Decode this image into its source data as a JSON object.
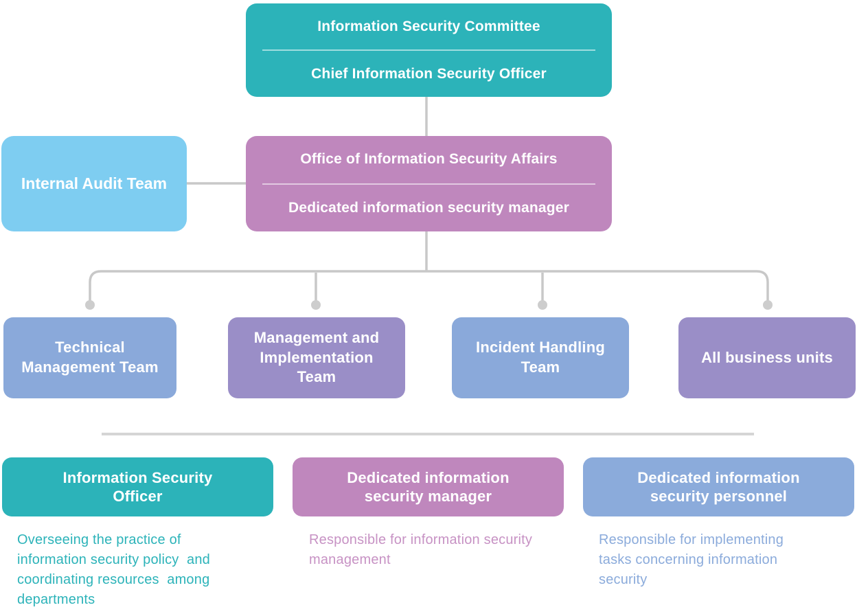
{
  "colors": {
    "teal": "#2cb3b9",
    "mauve": "#bf87bd",
    "light_blue": "#7ecdf1",
    "blue": "#8aa9da",
    "purple": "#9a8ec7",
    "legend_blue": "#8babdb",
    "desc_mauve": "#c792c4",
    "connector_gray": "#c8c8c8",
    "dot_gray": "#cdcdcd",
    "divider_gray": "#d5d5d5",
    "box_text": "#ffffff"
  },
  "org_chart": {
    "committee": {
      "line1": "Information Security Committee",
      "line2": "Chief Information Security Officer"
    },
    "office": {
      "line1": "Office of Information Security Affairs",
      "line2": "Dedicated information security manager"
    },
    "internal_audit": {
      "label": "Internal Audit Team"
    },
    "teams": [
      {
        "label": "Technical Management Team"
      },
      {
        "label": "Management and Implementation Team"
      },
      {
        "label": "Incident Handling Team"
      },
      {
        "label": "All business units"
      }
    ]
  },
  "legend": [
    {
      "title": "Information Security Officer",
      "description": "Overseeing the practice of information security policy  and coordinating resources  among departments"
    },
    {
      "title": "Dedicated information security manager",
      "description": "Responsible for information security management"
    },
    {
      "title": "Dedicated information security personnel",
      "description": "Responsible for implementing tasks concerning information security"
    }
  ]
}
